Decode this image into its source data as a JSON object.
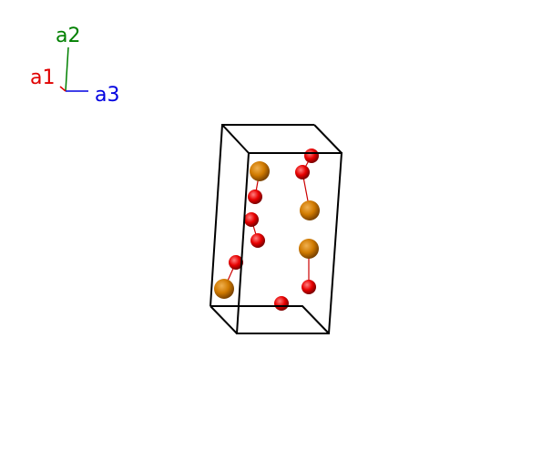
{
  "axes": {
    "a1": {
      "label": "a1",
      "color": "#e00000"
    },
    "a2": {
      "label": "a2",
      "color": "#008000"
    },
    "a3": {
      "label": "a3",
      "color": "#0000e0"
    }
  },
  "cell": {
    "edge_color": "#000000"
  },
  "atoms": {
    "large": {
      "color": "#d07a00",
      "highlight": "#f0b050",
      "shade": "#7a4200"
    },
    "small": {
      "color": "#e80000",
      "highlight": "#ff8080",
      "shade": "#7a0000"
    },
    "bond_color": "#cc0000"
  }
}
